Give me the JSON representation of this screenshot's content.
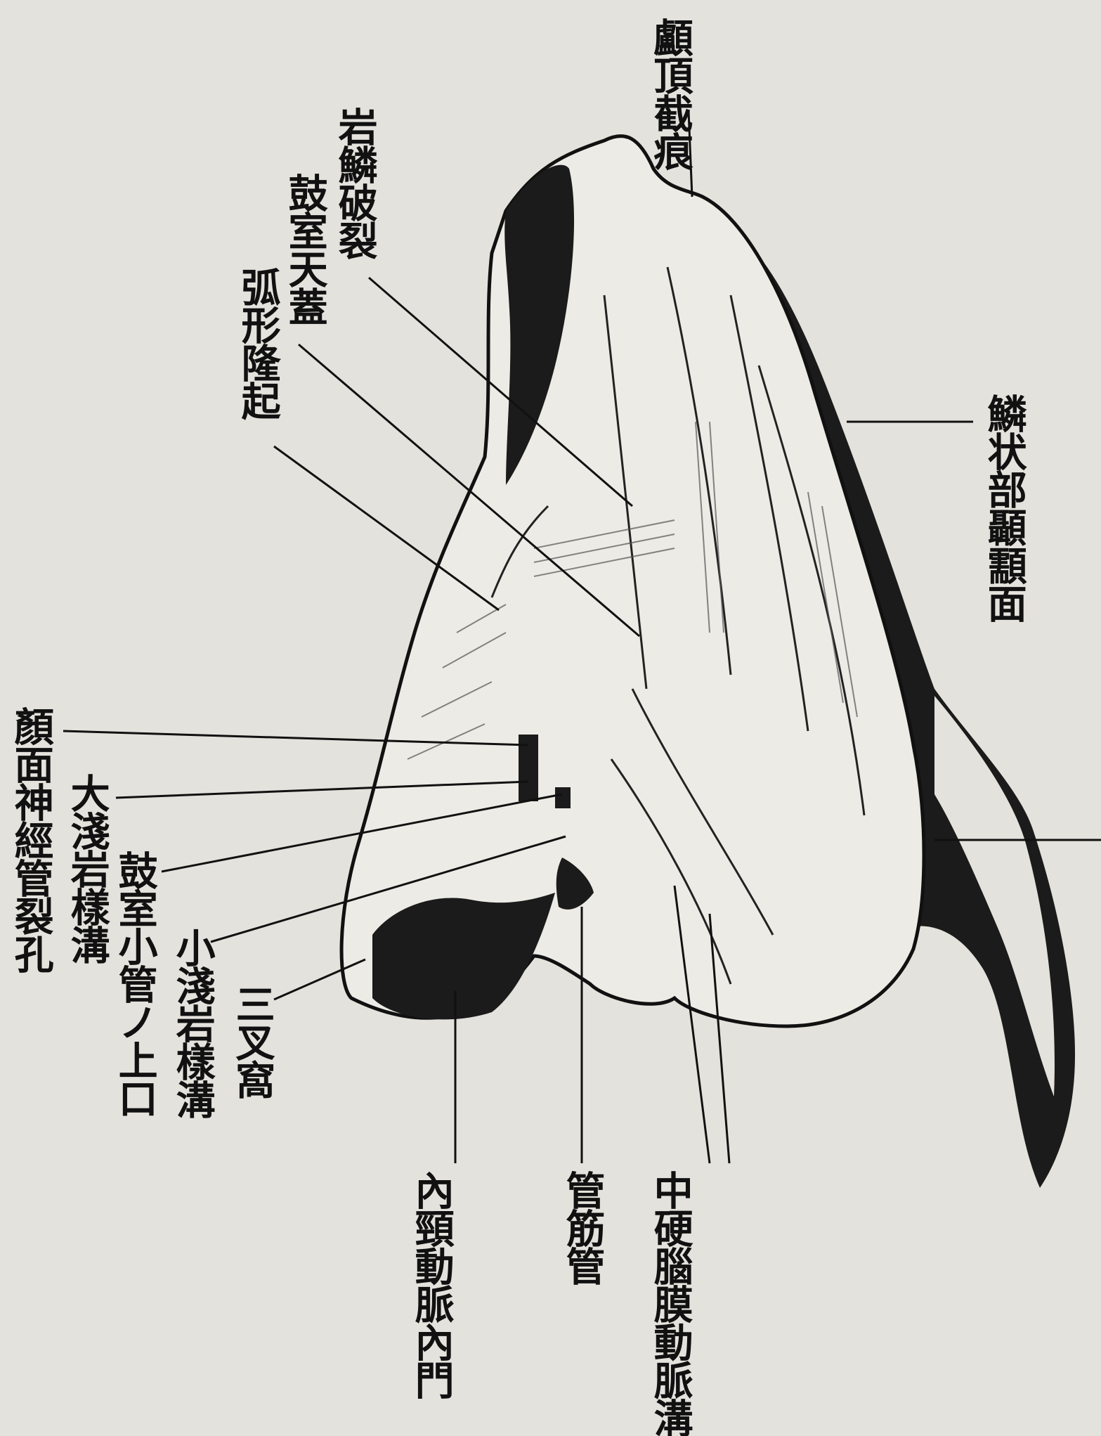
{
  "colors": {
    "paper": "#e4e2dc",
    "ink": "#111111"
  },
  "labels": {
    "parietal_notch": "顱頂截痕",
    "petrosquamous_fissure": "岩鱗破裂",
    "tegmen_tympani": "鼓室天蓋",
    "arcuate_eminence": "弧形隆起",
    "squamous_temporal_surface": "鱗状部顳顬面",
    "facial_canal_hiatus": "顏面神經管裂孔",
    "greater_petrosal_groove": "大淺岩樣溝",
    "tympanic_canaliculus_upper_opening": "鼓室小管ノ上口",
    "lesser_petrosal_groove": "小淺岩樣溝",
    "trigeminal_impression": "三叉窩",
    "internal_carotid_orifice": "內頸動脈內門",
    "musculotubal_canal": "管筋管",
    "middle_meningeal_groove": "中硬腦膜動脈溝"
  }
}
